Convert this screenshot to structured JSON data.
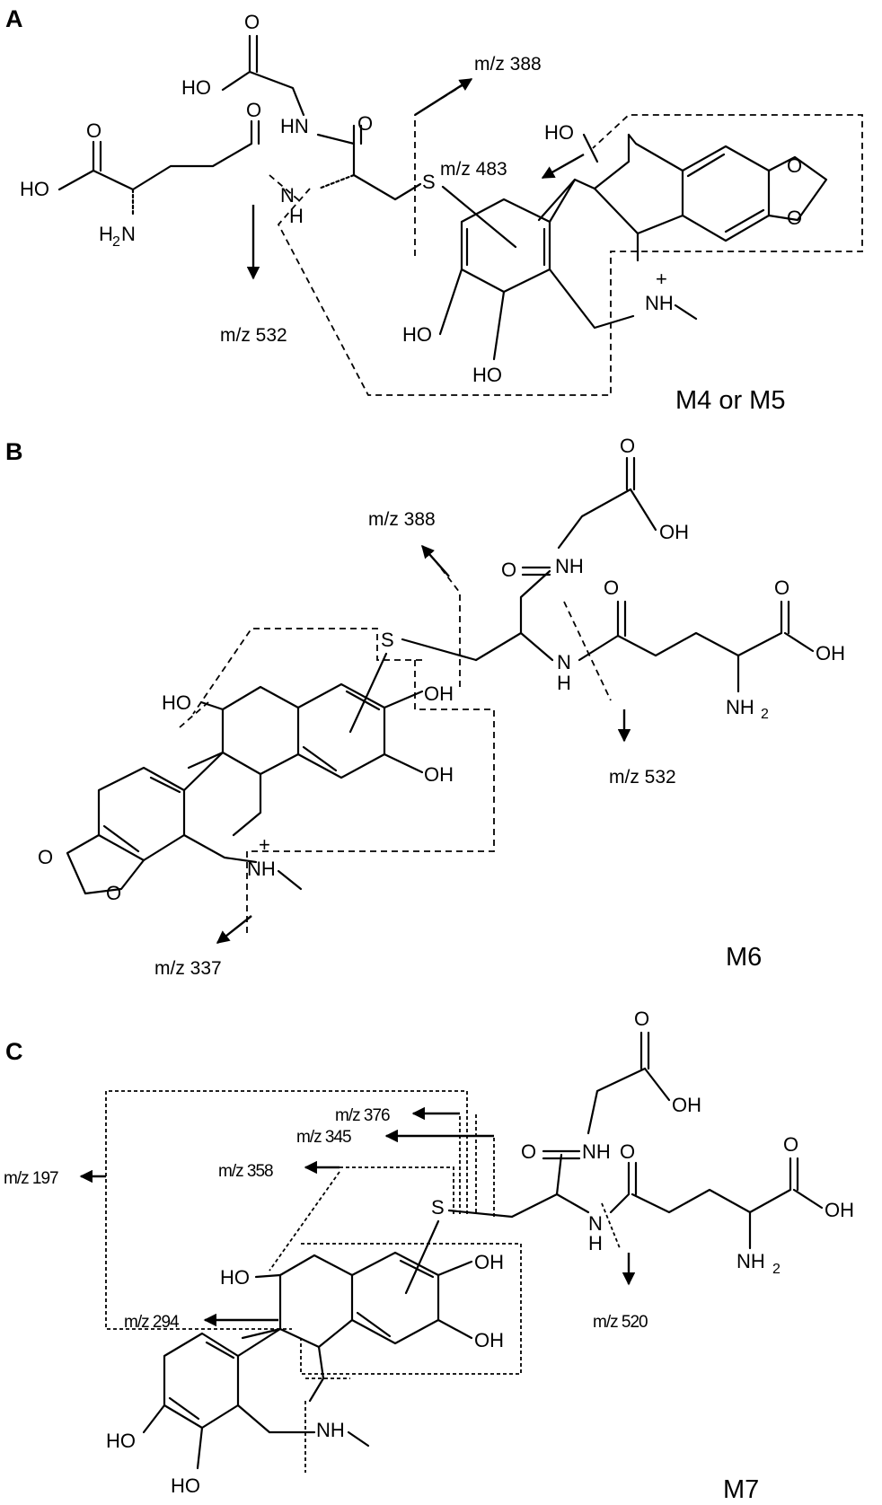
{
  "panels": [
    {
      "label": "A",
      "compound": "M4 or M5",
      "fragments": [
        "m/z 388",
        "m/z 483",
        "m/z 532"
      ]
    },
    {
      "label": "B",
      "compound": "M6",
      "fragments": [
        "m/z 388",
        "m/z 532",
        "m/z 337"
      ]
    },
    {
      "label": "C",
      "compound": "M7",
      "fragments": [
        "m/z 345",
        "m/z 376",
        "m/z 358",
        "m/z 197",
        "m/z 294",
        "m/z 520"
      ]
    }
  ],
  "atoms": {
    "ho": "HO",
    "oh": "OH",
    "o": "O",
    "s": "S",
    "n": "N",
    "h": "H",
    "hn": "HN",
    "nh": "NH",
    "plus": "+",
    "sub2": "2"
  }
}
